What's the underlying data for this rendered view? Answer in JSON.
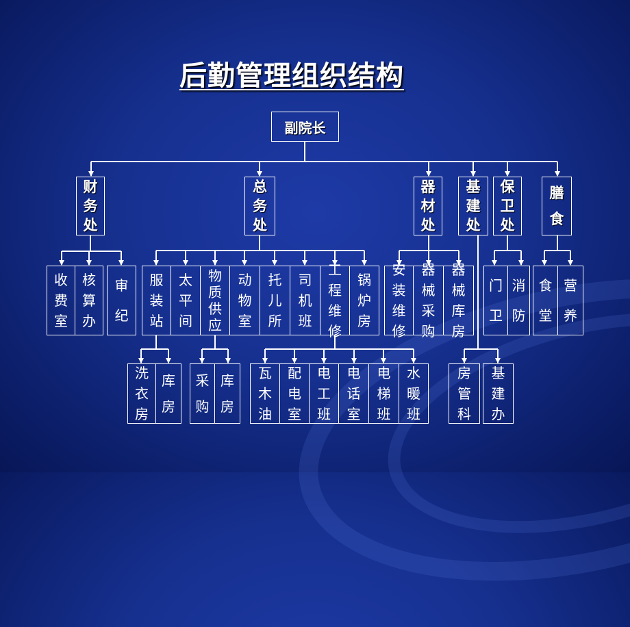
{
  "title": "后勤管理组织结构",
  "root": "副院长",
  "departments": {
    "caiwu": "财务处",
    "zongwu": "总务处",
    "qicai": "器材处",
    "jijian": "基建处",
    "baowei": "保卫处",
    "shanshi": "膳食"
  },
  "units": {
    "shoufei": "收费室",
    "hesuan": "核算办",
    "shenji": "审纪",
    "fuzhuang": "服装站",
    "taiping": "太平间",
    "wuzhi": "物质供应",
    "dongwu": "动物室",
    "tuoer": "托儿所",
    "siji": "司机班",
    "gongcheng": "工程维修",
    "guolu": "锅炉房",
    "anzhuang": "安装维修",
    "qixiecaigou": "器械采购",
    "qixiekufang": "器械库房",
    "menwei": "门卫",
    "xiaofang": "消防",
    "shitang": "食堂",
    "yingyang": "营养"
  },
  "subunits": {
    "xiyi": "洗衣房",
    "kufang1": "库房",
    "caigou": "采购",
    "kufang2": "库房",
    "wamuyou": "瓦木油",
    "peidian": "配电室",
    "diangong": "电工班",
    "dianhua": "电话室",
    "dianti": "电梯班",
    "shuinuan": "水暖班",
    "fangguan": "房管科",
    "jijianban": "基建办"
  }
}
